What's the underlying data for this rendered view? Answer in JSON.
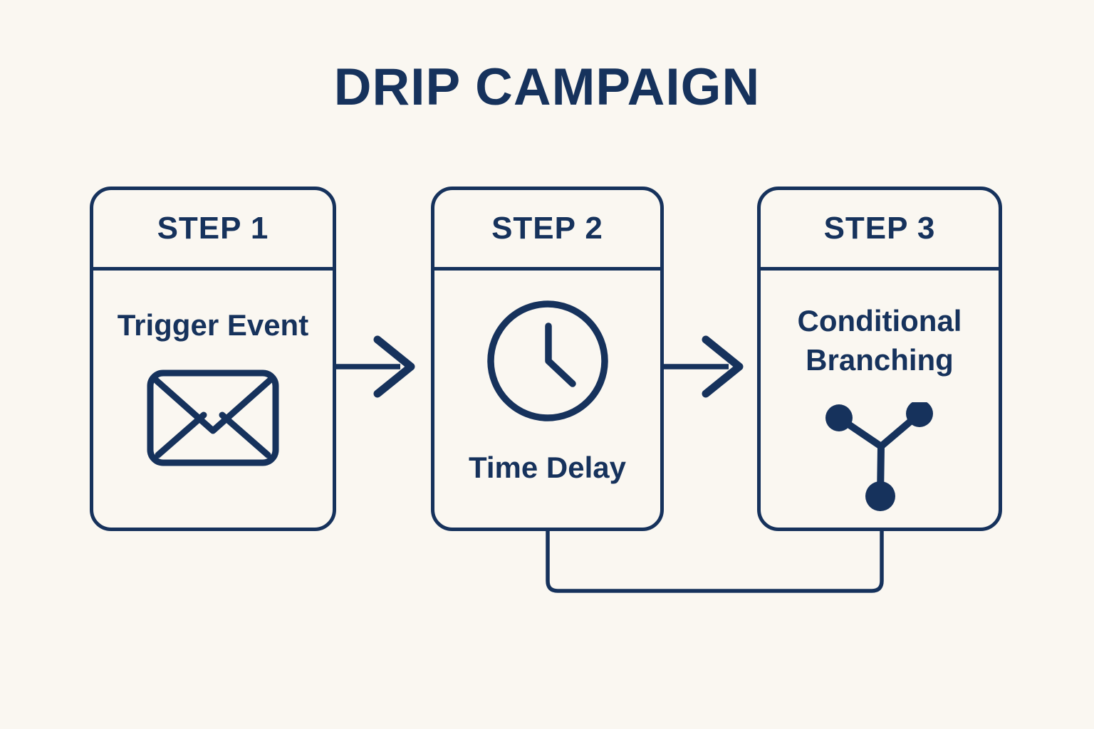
{
  "title": "DRIP CAMPAIGN",
  "diagram": {
    "type": "flowchart",
    "direction": "left-to-right",
    "steps": [
      {
        "step_label": "STEP 1",
        "name": "Trigger Event",
        "icon": "envelope-icon"
      },
      {
        "step_label": "STEP 2",
        "name": "Time Delay",
        "icon": "clock-icon"
      },
      {
        "step_label": "STEP 3",
        "name": "Conditional Branching",
        "icon": "branch-icon"
      }
    ],
    "connections": [
      {
        "from": "STEP 1",
        "to": "STEP 2",
        "style": "straight-arrow-right"
      },
      {
        "from": "STEP 2",
        "to": "STEP 3",
        "style": "straight-arrow-right"
      },
      {
        "from": "STEP 2",
        "to": "STEP 3",
        "style": "bottom-elbow-line"
      }
    ]
  },
  "colors": {
    "background": "#FAF7F1",
    "navy": "#16325C"
  }
}
